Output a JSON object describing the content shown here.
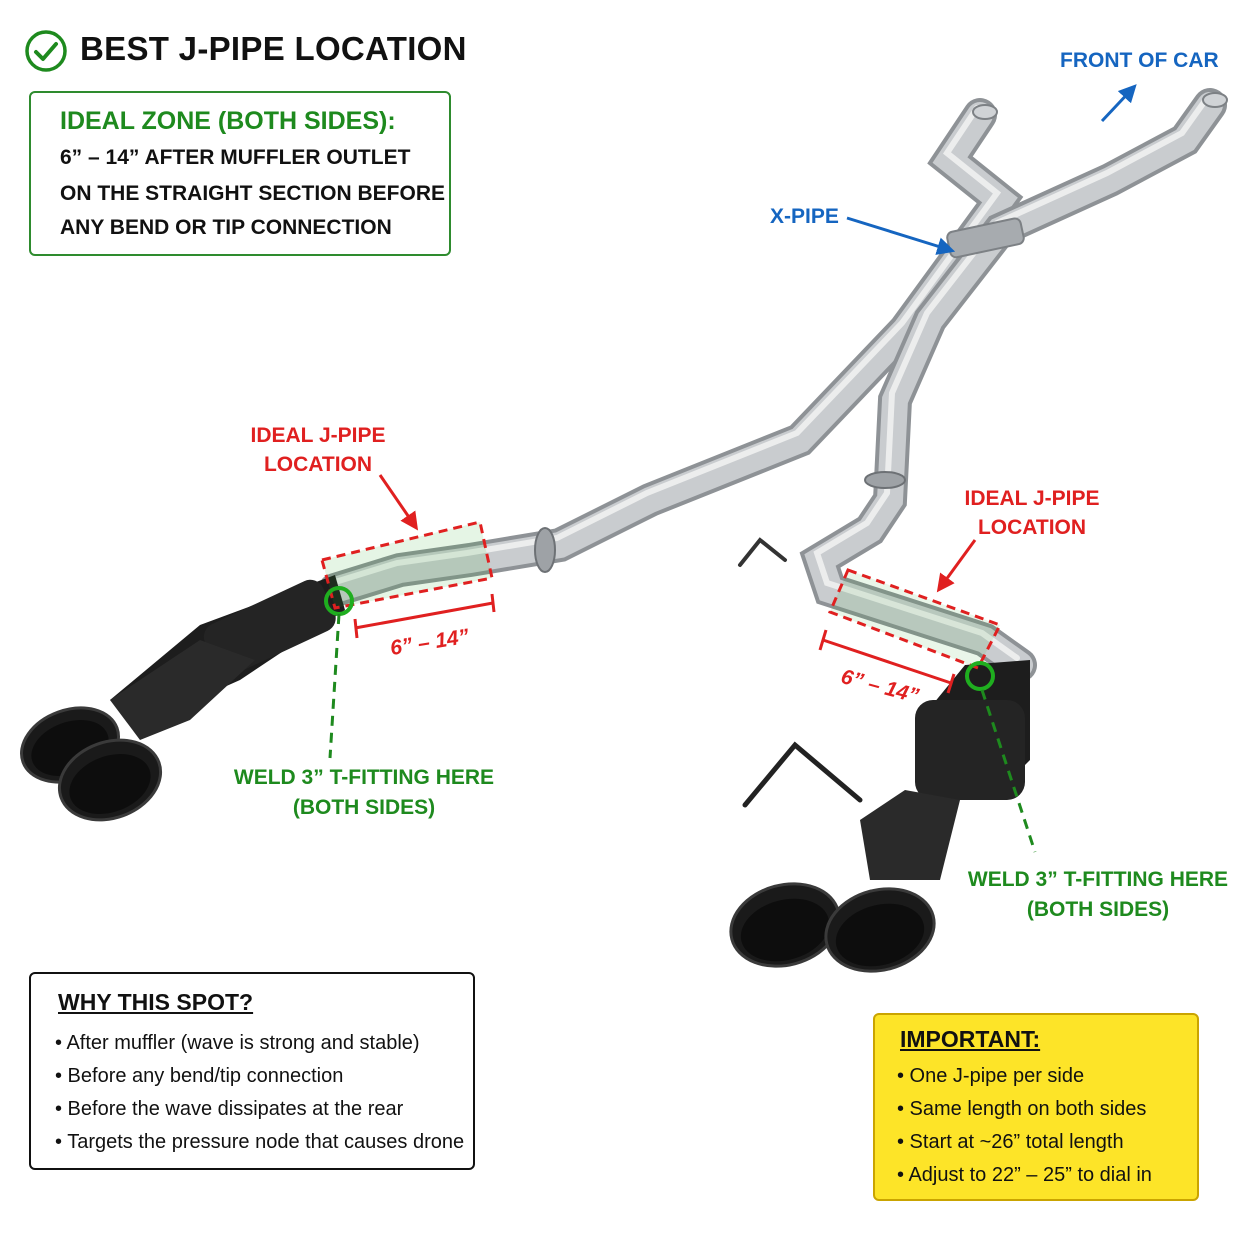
{
  "title": "BEST J-PIPE LOCATION",
  "ideal_zone": {
    "heading": "IDEAL ZONE (BOTH SIDES):",
    "lines": [
      "6” – 14” AFTER MUFFLER OUTLET",
      "ON THE STRAIGHT SECTION BEFORE",
      "ANY BEND OR TIP CONNECTION"
    ]
  },
  "labels": {
    "front_of_car": "FRONT OF CAR",
    "x_pipe": "X-PIPE",
    "ideal_left_line1": "IDEAL J-PIPE",
    "ideal_left_line2": "LOCATION",
    "ideal_right_line1": "IDEAL J-PIPE",
    "ideal_right_line2": "LOCATION",
    "dim_left": "6” – 14”",
    "dim_right": "6” – 14”",
    "weld_left_line1": "WELD 3” T-FITTING HERE",
    "weld_left_line2": "(BOTH SIDES)",
    "weld_right_line1": "WELD 3” T-FITTING HERE",
    "weld_right_line2": "(BOTH SIDES)"
  },
  "why": {
    "heading": "WHY THIS SPOT?",
    "items": [
      "• After muffler (wave is strong and stable)",
      "• Before any bend/tip connection",
      "• Before the wave dissipates at the rear",
      "• Targets the pressure node that causes drone"
    ]
  },
  "important": {
    "heading": "IMPORTANT:",
    "items": [
      "• One J-pipe per side",
      "• Same length on both sides",
      "• Start at ~26” total length",
      "• Adjust to 22” – 25” to dial in"
    ]
  },
  "colors": {
    "green": "#1e8a1e",
    "red": "#e02020",
    "blue": "#1565c0",
    "yellow": "#fde428",
    "pipe": "#b9bcbf",
    "tip": "#1c1c1c"
  },
  "icons": [
    "check-circle-icon",
    "arrow-icon"
  ]
}
